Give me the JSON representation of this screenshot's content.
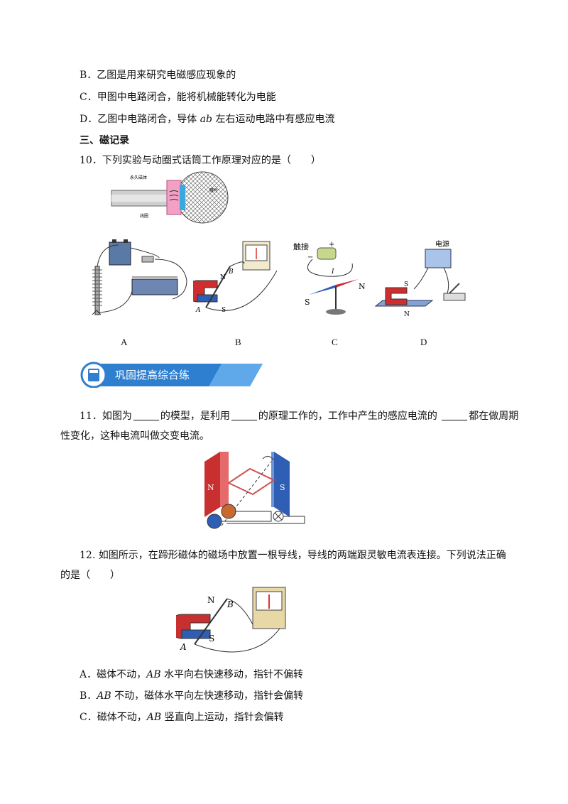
{
  "options_top": {
    "B": {
      "prefix": "B．",
      "text": "乙图是用来研究电磁感应现象的"
    },
    "C": {
      "prefix": "C．",
      "text": "甲图中电路闭合，能将机械能转化为电能"
    },
    "D": {
      "prefix": "D．乙图中电路闭合，导体 ",
      "var": "ab",
      "suffix": " 左右运动电路中有感应电流"
    }
  },
  "section3": {
    "title": "三、磁记录"
  },
  "q10": {
    "number": "10．",
    "text": "下列实验与动圈式话筒工作原理对应的是（　　）",
    "mic_labels": [
      "永久磁体",
      "膜片",
      "线圈"
    ],
    "choice_labels": [
      "A",
      "B",
      "C",
      "D"
    ],
    "figC_labels": {
      "touch": "触接",
      "minus": "−",
      "plus": "+",
      "I": "I",
      "S": "S",
      "N": "N"
    },
    "figB_labels": {
      "N": "N",
      "B": "B",
      "A": "A",
      "S": "S"
    },
    "figD_labels": {
      "power": "电源",
      "S": "S",
      "N": "N"
    }
  },
  "banner": {
    "title": "巩固提高综合练"
  },
  "q11": {
    "line1_a": "11．如图为",
    "line1_b": "的模型，是利用",
    "line1_c": "的原理工作的，工作中产生的感应电流的 ",
    "line1_d": "都在做周期",
    "line2": "性变化，这种电流叫做交变电流。",
    "magnet_labels": {
      "N": "N",
      "S": "S"
    }
  },
  "q12": {
    "line1": "12. 如图所示，在蹄形磁体的磁场中放置一根导线，导线的两端跟灵敏电流表连接。下列说法正确",
    "line2": "的是（　　）",
    "fig_labels": {
      "N": "N",
      "B": "B",
      "A": "A",
      "S": "S"
    },
    "options": [
      {
        "prefix": "A．磁体不动，",
        "var": "AB",
        "suffix": " 水平向右快速移动，指针不偏转"
      },
      {
        "prefix": "B．",
        "var": "AB",
        "suffix": " 不动，磁体水平向左快速移动，指针会偏转"
      },
      {
        "prefix": "C．磁体不动，",
        "var": "AB",
        "suffix": " 竖直向上运动，指针会偏转"
      }
    ]
  },
  "colors": {
    "banner_blue": "#2f7fd0",
    "magnet_red": "#d02e2e",
    "magnet_blue": "#2f5fb5"
  }
}
